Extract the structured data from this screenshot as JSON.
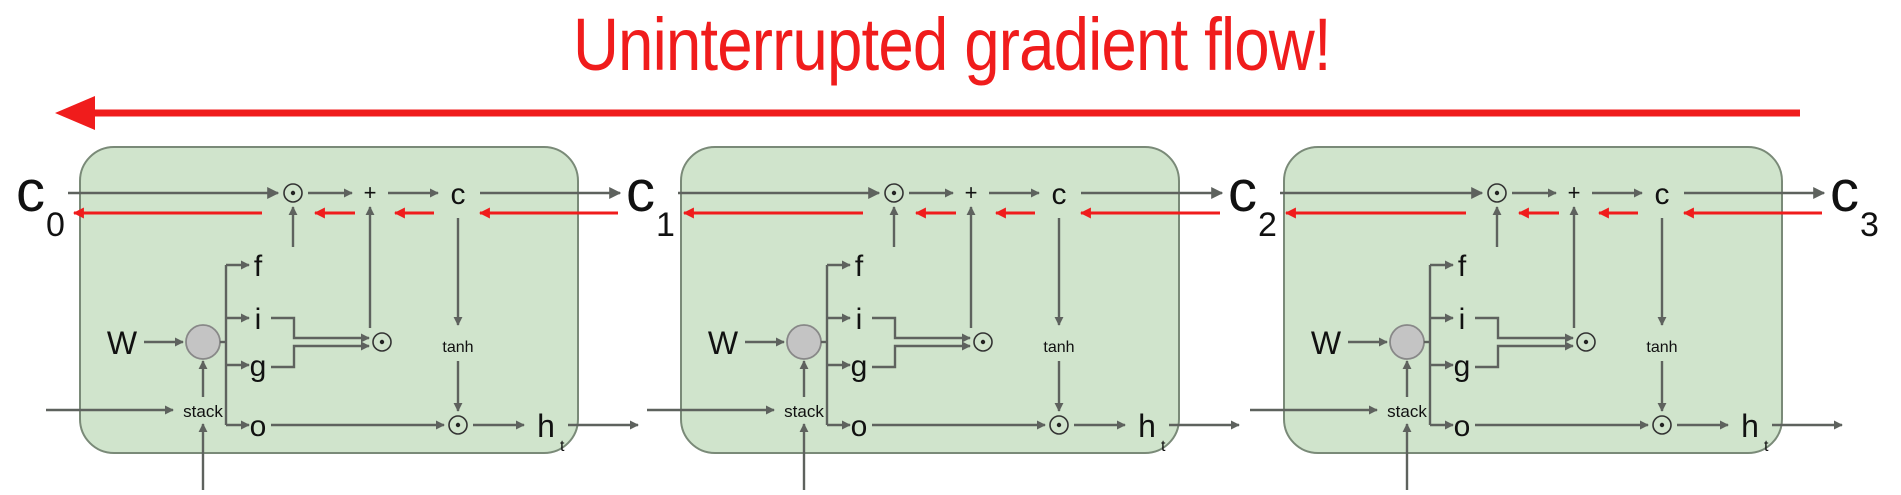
{
  "title": "Uninterrupted gradient flow!",
  "colors": {
    "gradient_arrow": "#f01c1c",
    "cell_fill": "#d0e4cc",
    "cell_border": "#7a8a78",
    "forward_arrow": "#5e625e",
    "weight_node_fill": "#c4c4c4",
    "text": "#111111"
  },
  "cell_states": [
    {
      "label": "c",
      "subscript": "0"
    },
    {
      "label": "c",
      "subscript": "1"
    },
    {
      "label": "c",
      "subscript": "2"
    },
    {
      "label": "c",
      "subscript": "3"
    }
  ],
  "cells": [
    {
      "weight_label": "W",
      "stack_label": "stack",
      "gates": [
        "f",
        "i",
        "g",
        "o"
      ],
      "mult_symbol": "⊙",
      "add_symbol": "+",
      "cell_label": "c",
      "activation_label": "tanh",
      "hidden_label": "h",
      "hidden_subscript": "t"
    },
    {
      "weight_label": "W",
      "stack_label": "stack",
      "gates": [
        "f",
        "i",
        "g",
        "o"
      ],
      "mult_symbol": "⊙",
      "add_symbol": "+",
      "cell_label": "c",
      "activation_label": "tanh",
      "hidden_label": "h",
      "hidden_subscript": "t"
    },
    {
      "weight_label": "W",
      "stack_label": "stack",
      "gates": [
        "f",
        "i",
        "g",
        "o"
      ],
      "mult_symbol": "⊙",
      "add_symbol": "+",
      "cell_label": "c",
      "activation_label": "tanh",
      "hidden_label": "h",
      "hidden_subscript": "t"
    }
  ]
}
